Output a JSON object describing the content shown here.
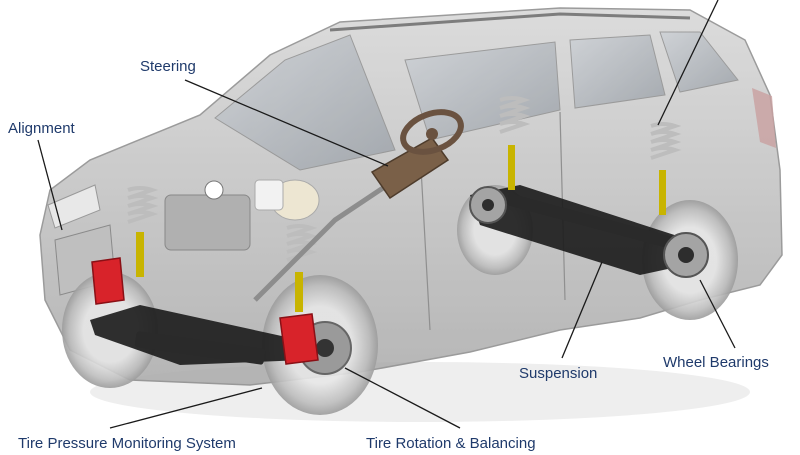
{
  "labels": {
    "steering": "Steering",
    "alignment": "Alignment",
    "suspension": "Suspension",
    "wheel_bearings": "Wheel Bearings",
    "tpms": "Tire Pressure Monitoring System",
    "tire_rotation": "Tire Rotation & Balancing"
  },
  "colors": {
    "label_text": "#1f3a6b",
    "leader_line": "#1a1a1a",
    "car_body": "#c9c9c9",
    "car_outline": "#8a8a8a",
    "window_glass": "#b7bcc2",
    "brake_caliper": "#d8232a",
    "spring": "#d9d9d9",
    "strut": "#c8b400",
    "axle": "#2a2a2a",
    "steering_metal": "#7a6048"
  },
  "icons": [
    "car-body-illustration",
    "steering-wheel-icon",
    "coil-spring-icon",
    "brake-caliper-icon",
    "brake-disc-icon",
    "axle-beam-icon"
  ]
}
